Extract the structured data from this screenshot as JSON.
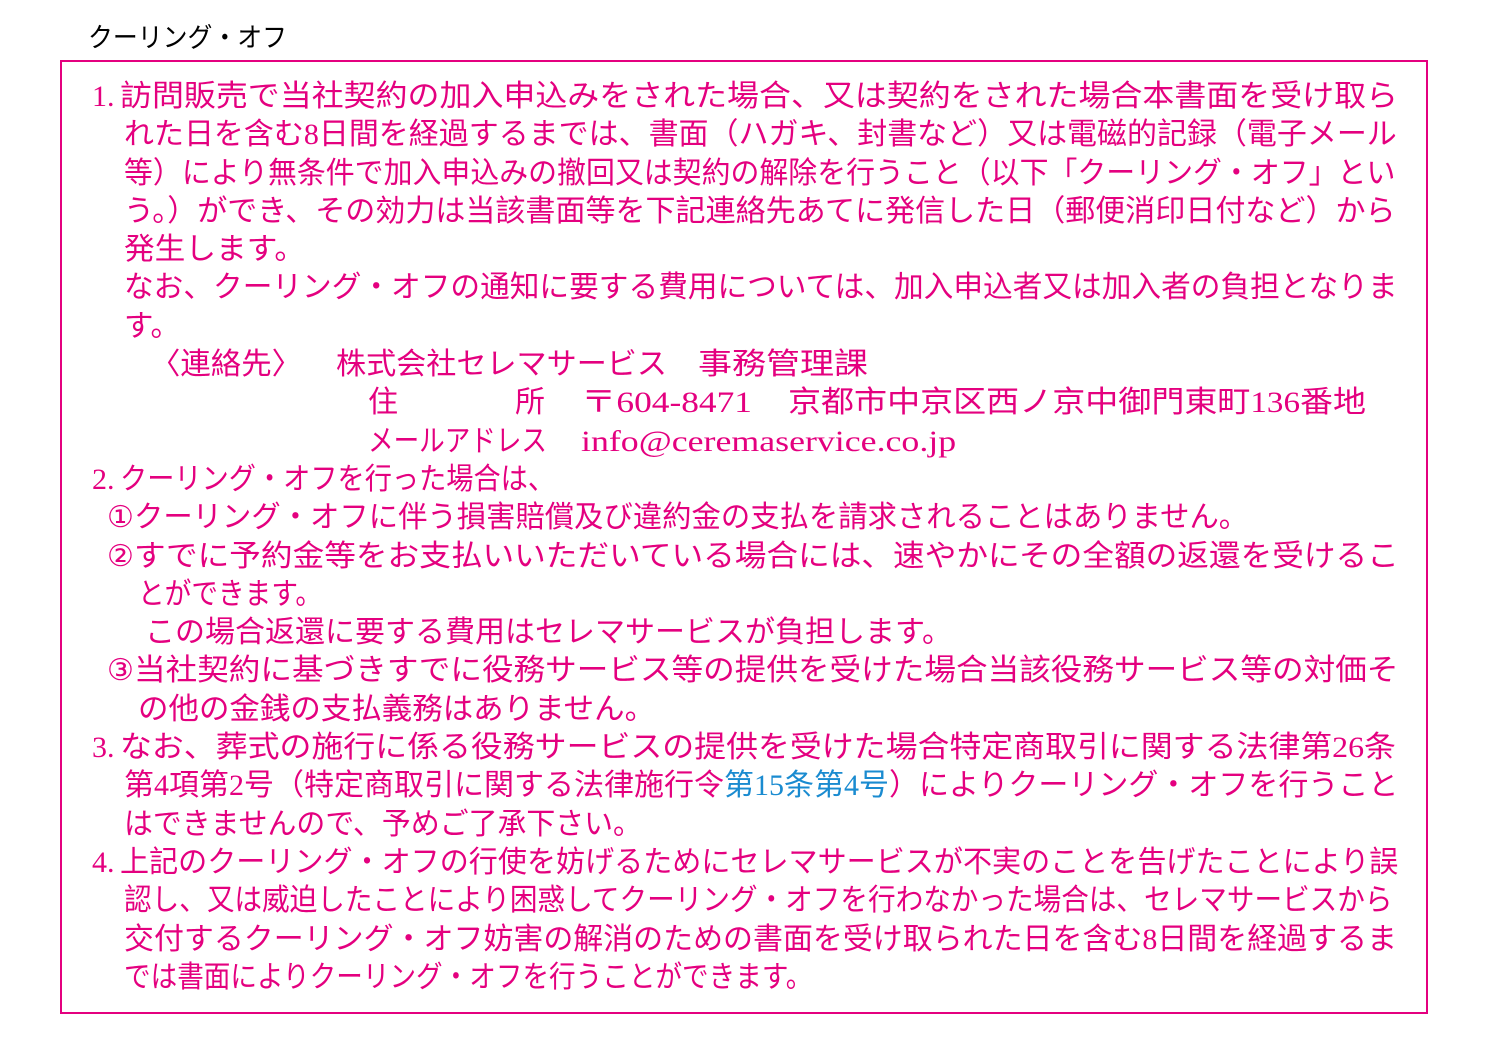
{
  "title": "クーリング・オフ",
  "colors": {
    "text": "#e4007f",
    "border": "#e4007f",
    "link": "#1a8bd0",
    "title": "#000000"
  },
  "items": [
    {
      "number": "1.",
      "lines": [
        "訪問販売で当社契約の加入申込みをされた場合、又は契約をされた場合本書面を受け取ら",
        "れた日を含む8日間を経過するまでは、書面（ハガキ、封書など）又は電磁的記録（電子メール",
        "等）により無条件で加入申込みの撤回又は契約の解除を行うこと（以下「クーリング・オフ」とい",
        "う。）ができ、その効力は当該書面等を下記連絡先あてに発信した日（郵便消印日付など）から",
        "発生します。"
      ],
      "note_lines": [
        "なお、クーリング・オフの通知に要する費用については、加入申込者又は加入者の負担となりま",
        "す。"
      ],
      "contact": {
        "label": "〈連絡先〉",
        "company": "株式会社セレマサービス",
        "department": "事務管理課",
        "address_label": "住　　　所",
        "postal_code": "〒604-8471",
        "address": "京都市中京区西ノ京中御門東町136番地",
        "email_label": "メールアドレス",
        "email": "info@ceremaservice.co.jp"
      }
    },
    {
      "number": "2.",
      "lines": [
        "クーリング・オフを行った場合は、"
      ],
      "sub_items": [
        {
          "marker": "①",
          "lines": [
            "クーリング・オフに伴う損害賠償及び違約金の支払を請求されることはありません。"
          ]
        },
        {
          "marker": "②",
          "lines": [
            "すでに予約金等をお支払いいただいている場合には、速やかにその全額の返還を受けるこ",
            "とができます。"
          ],
          "note": "この場合返還に要する費用はセレマサービスが負担します。"
        },
        {
          "marker": "③",
          "lines": [
            "当社契約に基づきすでに役務サービス等の提供を受けた場合当該役務サービス等の対価そ",
            "の他の金銭の支払義務はありません。"
          ]
        }
      ]
    },
    {
      "number": "3.",
      "lines": [
        "なお、葬式の施行に係る役務サービスの提供を受けた場合特定商取引に関する法律第26条",
        {
          "before": "第4項第2号（特定商取引に関する法律施行令",
          "link": "第15条第4号",
          "after": "）によりクーリング・オフを行うこと"
        },
        "はできませんので、予めご了承下さい。"
      ]
    },
    {
      "number": "4.",
      "lines": [
        "上記のクーリング・オフの行使を妨げるためにセレマサービスが不実のことを告げたことにより誤",
        "認し、又は威迫したことにより困惑してクーリング・オフを行わなかった場合は、セレマサービスから",
        "交付するクーリング・オフ妨害の解消のための書面を受け取られた日を含む8日間を経過するま",
        "では書面によりクーリング・オフを行うことができます。"
      ]
    }
  ]
}
